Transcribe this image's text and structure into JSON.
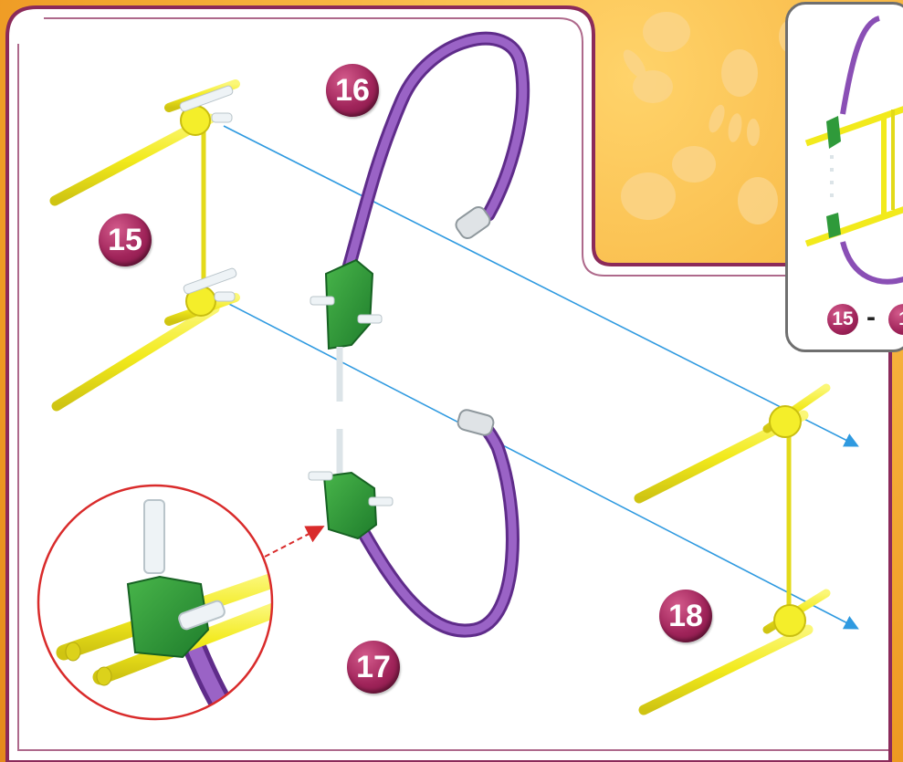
{
  "steps": {
    "s15": "15",
    "s16": "16",
    "s17": "17",
    "s18": "18"
  },
  "preview": {
    "range_start": "15",
    "range_separator": "-",
    "range_end_partial": "1"
  },
  "colors": {
    "frame": "#8b2a5a",
    "rod_yellow": "#f4ee2a",
    "connector_green": "#2f9a3a",
    "tube_purple": "#8a4fb5",
    "guide_blue": "#2f9ae0",
    "detail_red": "#d92b2b"
  },
  "icons": [
    "assembly-guide-arrow-icon",
    "detail-callout-arrow-icon"
  ]
}
